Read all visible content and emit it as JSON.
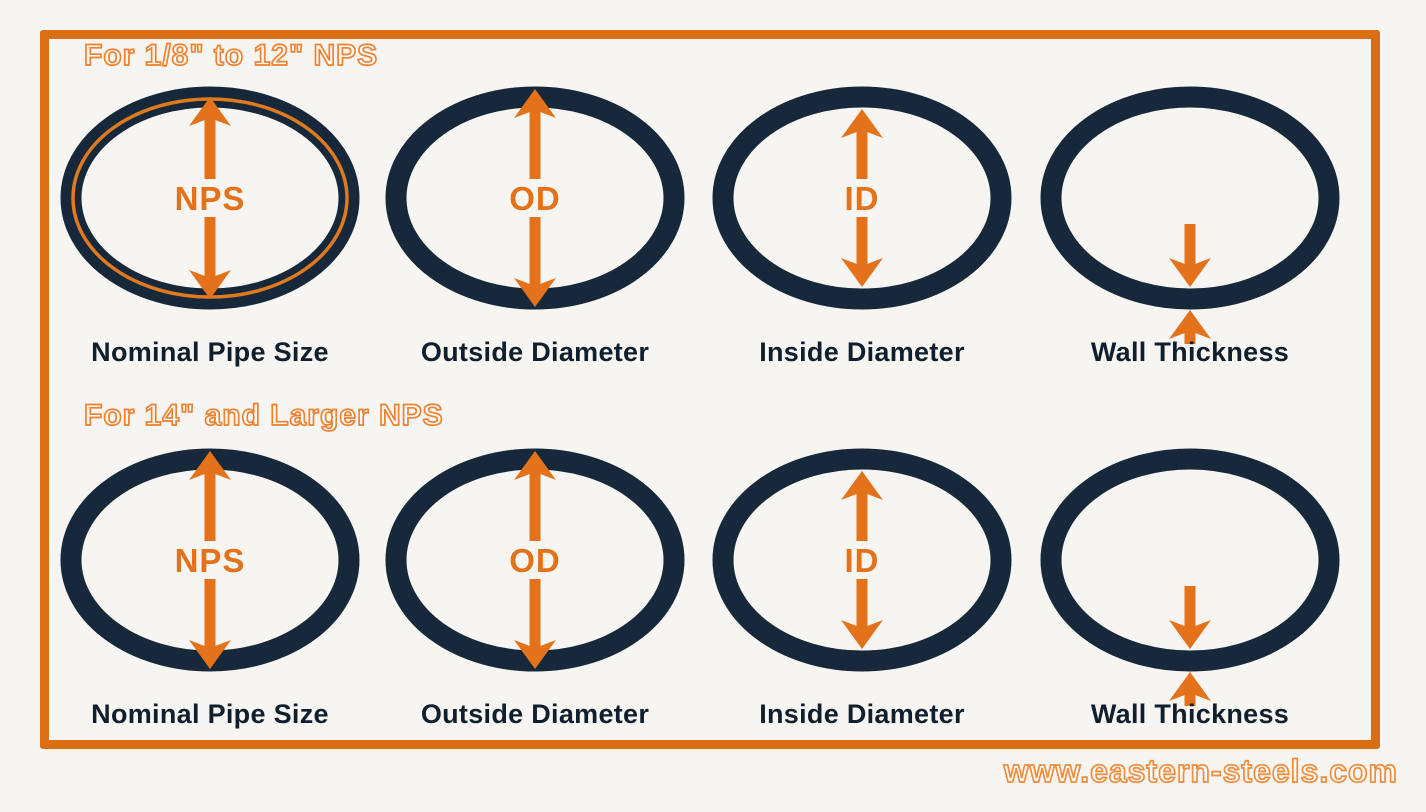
{
  "colors": {
    "background": "#f6f5f2",
    "frame_orange": "#d96e12",
    "ring_navy": "#16283a",
    "arrow_orange": "#e4721b",
    "inner_ring_orange": "#df7a1e",
    "caption_dark": "#101f2d",
    "outlined_text_fill": "#fbf9f6",
    "outlined_text_stroke": "#ee8231"
  },
  "watermark": "www.eastern-steels.com",
  "sections": [
    {
      "heading": "For 1/8\" to 12\" NPS",
      "figures": [
        {
          "abbr": "NPS",
          "label": "Nominal Pipe Size"
        },
        {
          "abbr": "OD",
          "label": "Outside Diameter"
        },
        {
          "abbr": "ID",
          "label": "Inside Diameter"
        },
        {
          "abbr": "",
          "label": "Wall Thickness"
        }
      ]
    },
    {
      "heading": "For 14\" and Larger NPS",
      "figures": [
        {
          "abbr": "NPS",
          "label": "Nominal Pipe Size"
        },
        {
          "abbr": "OD",
          "label": "Outside Diameter"
        },
        {
          "abbr": "ID",
          "label": "Inside Diameter"
        },
        {
          "abbr": "",
          "label": "Wall Thickness"
        }
      ]
    }
  ]
}
